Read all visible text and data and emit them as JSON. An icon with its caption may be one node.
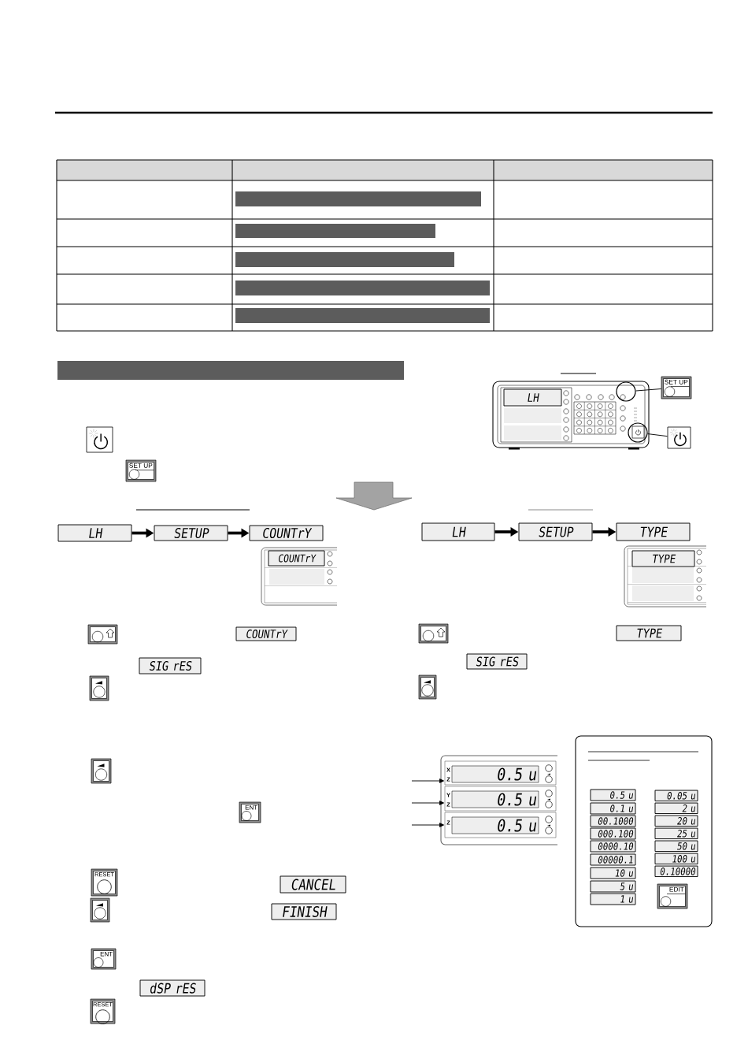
{
  "diagram": {
    "nodes": [
      {
        "text": [],
        "shape": "bar"
      },
      {
        "text": [],
        "shape": "bar"
      },
      {
        "text": [],
        "shape": "bar"
      },
      {
        "text": [],
        "shape": "bar"
      },
      {
        "text": [],
        "shape": "bar"
      },
      {
        "text": [],
        "shape": "bar"
      },
      {
        "text": [],
        "shape": "picture"
      },
      {
        "text": [
          "LH"
        ],
        "in": 6
      },
      {
        "text": [],
        "shape": "circle",
        "in": 6
      },
      {
        "text": [
          "SET UP"
        ]
      },
      {
        "text": [],
        "shape": "circle",
        "in": 6
      },
      {
        "text": [],
        "shape": "picture"
      },
      {
        "text": [
          "SET UP"
        ]
      },
      {
        "text": [
          "LH"
        ]
      },
      {
        "text": [
          "SETUP"
        ]
      },
      {
        "text": [
          "COUNTrY"
        ]
      },
      {
        "text": [
          "LH"
        ]
      },
      {
        "text": [
          "SETUP"
        ]
      },
      {
        "text": [
          "TYPE"
        ]
      },
      {
        "text": [],
        "shape": "picture"
      },
      {
        "text": [
          "COUNTrY"
        ],
        "in": 19
      },
      {
        "text": [],
        "shape": "picture"
      },
      {
        "text": [
          "TYPE"
        ],
        "in": 21
      },
      {
        "text": [
          "COUNTrY"
        ]
      },
      {
        "text": [
          "TYPE"
        ]
      },
      {
        "text": [
          "SIG rES"
        ]
      },
      {
        "text": [
          "SIG rES"
        ]
      },
      {
        "text": [
          "ENT"
        ]
      },
      {
        "text": [],
        "shape": "picture"
      },
      {
        "text": [
          "X",
          "Z",
          "0.5 u"
        ],
        "in": 28
      },
      {
        "text": [
          "Y",
          "Z",
          "0.5 u"
        ],
        "in": 28
      },
      {
        "text": [
          "Z",
          "0.5 u"
        ],
        "in": 28
      },
      {
        "text": [],
        "shape": "box"
      },
      {
        "text": [
          "0.5 u"
        ],
        "in": 32
      },
      {
        "text": [
          "0.1 u"
        ],
        "in": 32
      },
      {
        "text": [
          "00.1000"
        ],
        "in": 32
      },
      {
        "text": [
          "000.100"
        ],
        "in": 32
      },
      {
        "text": [
          "0000.10"
        ],
        "in": 32
      },
      {
        "text": [
          "00000.1"
        ],
        "in": 32
      },
      {
        "text": [
          "10 u"
        ],
        "in": 32
      },
      {
        "text": [
          "5 u"
        ],
        "in": 32
      },
      {
        "text": [
          "1 u"
        ],
        "in": 32
      },
      {
        "text": [
          "0.05 u"
        ],
        "in": 32
      },
      {
        "text": [
          "2 u"
        ],
        "in": 32
      },
      {
        "text": [
          "20 u"
        ],
        "in": 32
      },
      {
        "text": [
          "25 u"
        ],
        "in": 32
      },
      {
        "text": [
          "50 u"
        ],
        "in": 32
      },
      {
        "text": [
          "100 u"
        ],
        "in": 32
      },
      {
        "text": [
          "0.10000"
        ],
        "in": 32
      },
      {
        "text": [
          "EDIT"
        ],
        "in": 32
      },
      {
        "text": [
          "RESET"
        ]
      },
      {
        "text": [
          "CANCEL"
        ]
      },
      {
        "text": [
          "FINISH"
        ]
      },
      {
        "text": [
          "ENT"
        ]
      },
      {
        "text": [
          "dSP rES"
        ]
      },
      {
        "text": [
          "RESET"
        ]
      }
    ],
    "edges": [
      {
        "from": 8,
        "to": 9,
        "arrow": "none"
      },
      {
        "from": 10,
        "to": 11,
        "arrow": "none"
      },
      {
        "from": 13,
        "to": 14,
        "arrow": "to",
        "style": "thick"
      },
      {
        "from": 14,
        "to": 15,
        "arrow": "to",
        "style": "thick"
      },
      {
        "from": 16,
        "to": 17,
        "arrow": "to",
        "style": "thick"
      },
      {
        "from": 17,
        "to": 18,
        "arrow": "to",
        "style": "thick"
      },
      {
        "from": null,
        "to": 29,
        "arrow": "to"
      },
      {
        "from": null,
        "to": 30,
        "arrow": "to"
      },
      {
        "from": null,
        "to": 31,
        "arrow": "to"
      }
    ]
  }
}
